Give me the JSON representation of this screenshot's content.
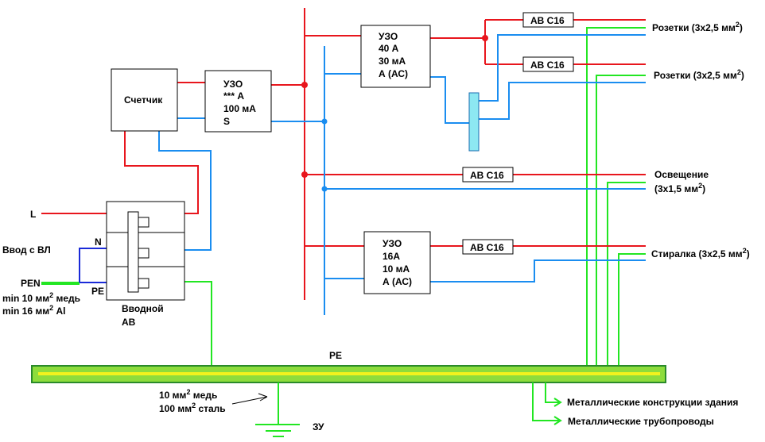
{
  "colors": {
    "phase": "#e8161d",
    "neutral": "#1a8df0",
    "pe": "#22e622",
    "pe_bar_fill": "#8ddc3c",
    "pe_bar_stripe": "#f2f21e",
    "pe_bar_border": "#2a8a2a",
    "rcd_block": "#8de8f2",
    "input_n": "#1a2ad8"
  },
  "meter": {
    "label": "Счетчик"
  },
  "main_rcd": {
    "line1": "УЗО",
    "line2": "*** А",
    "line3": "100 мА",
    "line4": "S"
  },
  "rcd_sockets": {
    "line1": "УЗО",
    "line2": "40 А",
    "line3": "30 мА",
    "line4": "А (АС)"
  },
  "rcd_washer": {
    "line1": "УЗО",
    "line2": "16А",
    "line3": "10 мА",
    "line4": "А (АС)"
  },
  "breakers": {
    "b1": "АВ С16",
    "b2": "АВ С16",
    "b3": "АВ С16",
    "b4": "АВ С16"
  },
  "outputs": {
    "sockets1": {
      "text": "Розетки (3х2,5 мм",
      "sup": "2",
      "close": ")"
    },
    "sockets2": {
      "text": "Розетки (3х2,5 мм",
      "sup": "2",
      "close": ")"
    },
    "lighting1": "Освещение",
    "lighting2": {
      "text": "(3х1,5 мм",
      "sup": "2",
      "close": ")"
    },
    "washer": {
      "text": "Стиралка (3х2,5 мм",
      "sup": "2",
      "close": ")"
    }
  },
  "input": {
    "L": "L",
    "source": "Ввод с ВЛ",
    "N": "N",
    "PEN": "PEN",
    "PE": "PE",
    "min_cu": {
      "text": "min 10 мм",
      "sup": "2",
      "close": " медь"
    },
    "min_al": {
      "text": "min 16 мм",
      "sup": "2",
      "close": " Al"
    },
    "breaker_line1": "Вводной",
    "breaker_line2": "АВ"
  },
  "pe_bus": {
    "label": "PE"
  },
  "ground": {
    "cu": {
      "text": "10 мм",
      "sup": "2",
      "close": " медь"
    },
    "steel": {
      "text": "100 мм",
      "sup": "2",
      "close": " сталь"
    },
    "label": "ЗУ"
  },
  "bonding": {
    "structures": "Металлические конструкции здания",
    "pipes": "Металлические трубопроводы"
  }
}
